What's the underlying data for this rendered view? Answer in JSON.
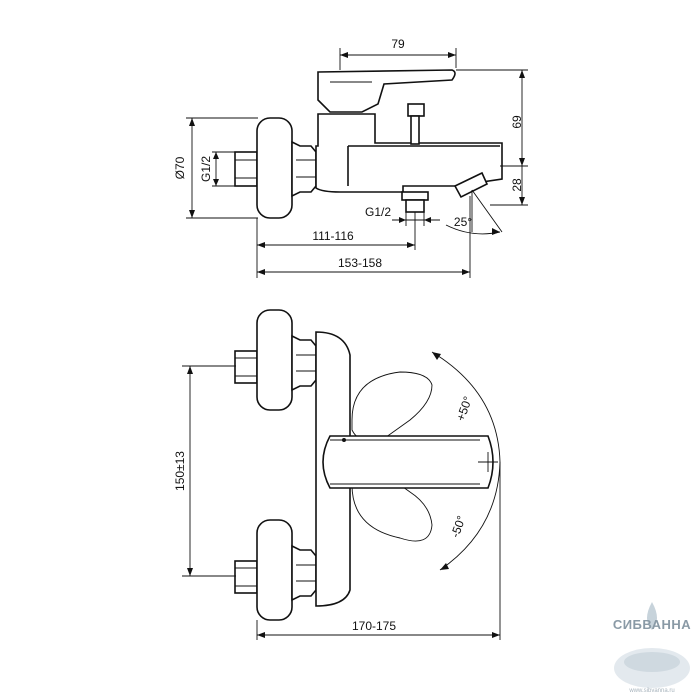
{
  "side_view": {
    "dims": {
      "width_top": "79",
      "height_top": "69",
      "diameter": "Ø70",
      "thread_left": "G1/2",
      "height_spout": "28",
      "thread_bottom": "G1/2",
      "angle_spout": "25°",
      "depth_outlet": "111-116",
      "depth_total": "153-158"
    }
  },
  "top_view": {
    "dims": {
      "spacing": "150±13",
      "angle_plus": "+50°",
      "angle_minus": "-50°",
      "depth_total": "170-175"
    }
  },
  "watermark": {
    "brand": "СИБВАННА",
    "url": "www.sibvanna.ru"
  },
  "colors": {
    "line": "#111111",
    "watermark": "#8a9aa6"
  }
}
